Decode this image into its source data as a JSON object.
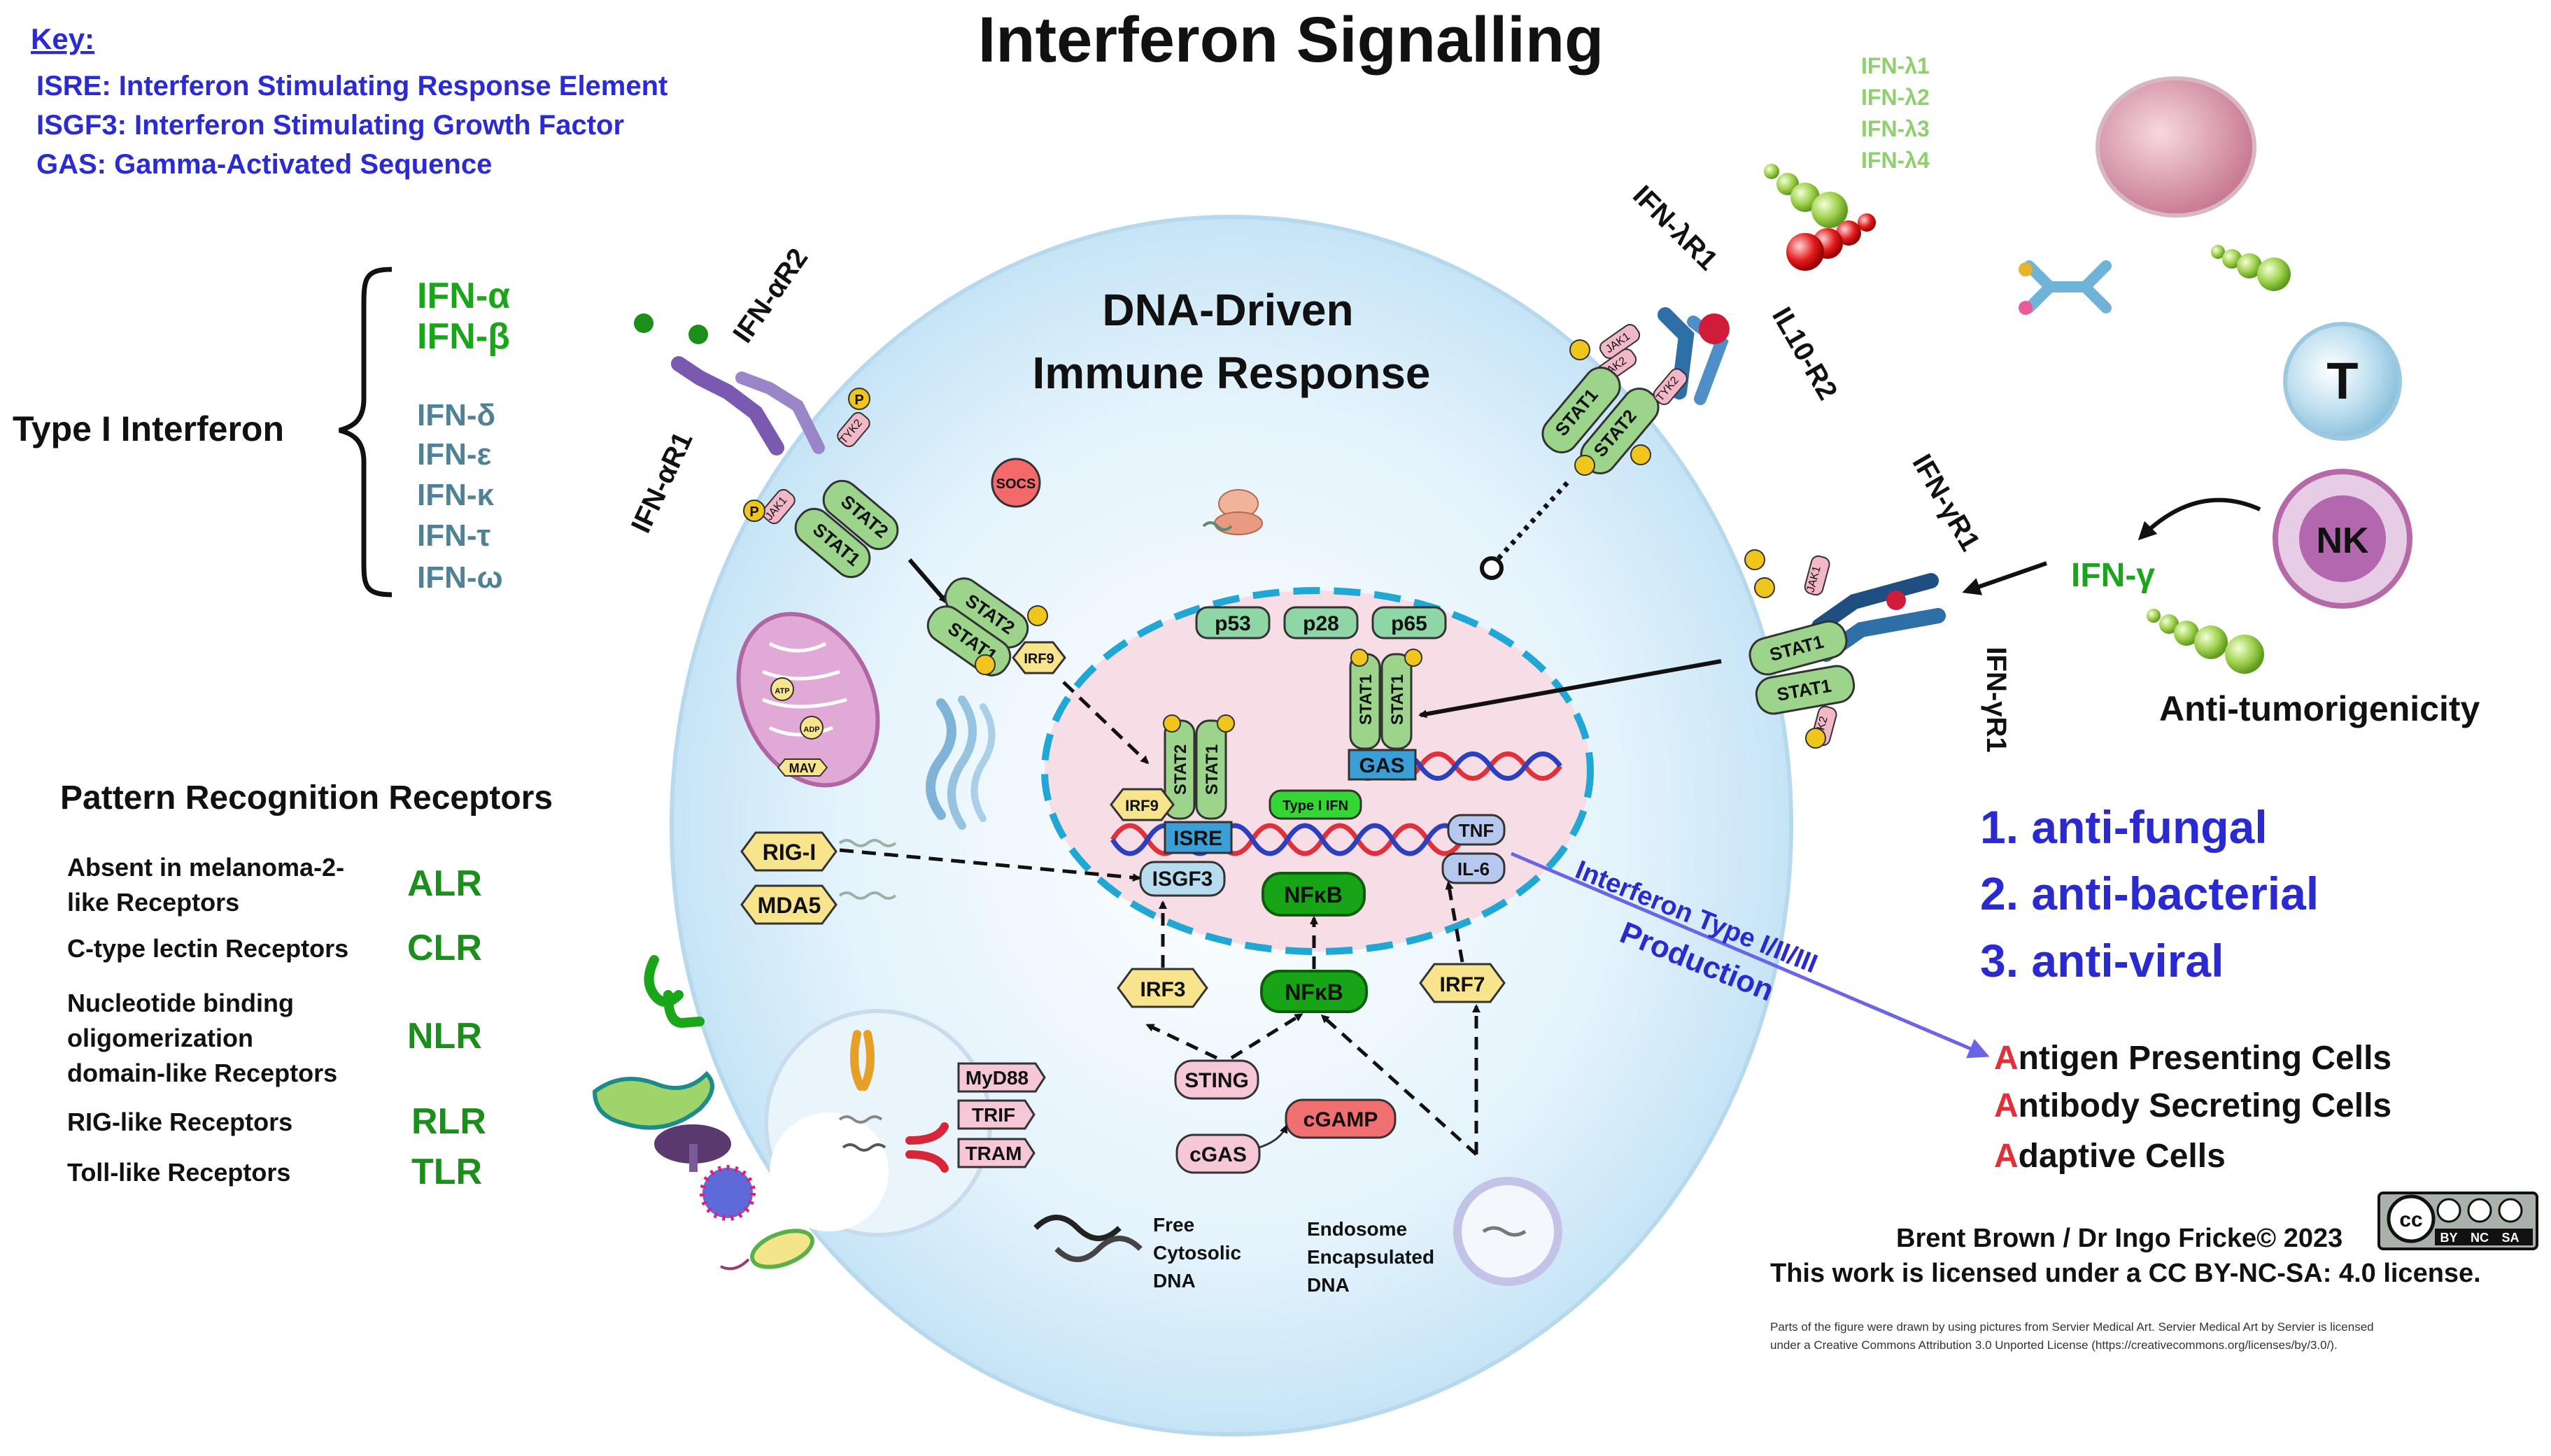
{
  "title": "Interferon Signalling",
  "key": {
    "heading": "Key:",
    "items": [
      "ISRE: Interferon Stimulating Response Element",
      "ISGF3: Interferon Stimulating Growth Factor",
      "GAS: Gamma-Activated Sequence"
    ]
  },
  "type1": {
    "label": "Type I Interferon",
    "primary": [
      "IFN-α",
      "IFN-β"
    ],
    "others": [
      "IFN-δ",
      "IFN-ε",
      "IFN-κ",
      "IFN-τ",
      "IFN-ω"
    ]
  },
  "cell_title": [
    "DNA-Driven",
    "Immune Response"
  ],
  "lambda": [
    "IFN-λ1",
    "IFN-λ2",
    "IFN-λ3",
    "IFN-λ4"
  ],
  "receptors": {
    "ifna_r2": "IFN-αR2",
    "ifna_r1": "IFN-αR1",
    "ifnl_r1": "IFN-λR1",
    "il10_r2": "IL10-R2",
    "ifng_r1_top": "IFN-γR1",
    "ifng_r1_bottom": "IFN-γR1"
  },
  "molecules": {
    "stat1": "STAT1",
    "stat2": "STAT2",
    "jak1": "JAK1",
    "jak2": "JAK2",
    "tyk2": "TYK2",
    "p": "P",
    "irf9": "IRF9",
    "socs": "SOCS",
    "isre": "ISRE",
    "isgf3": "ISGF3",
    "gas": "GAS",
    "type1ifn": "Type I IFN",
    "nfkb": "NFκB",
    "tnf": "TNF",
    "il6": "IL-6",
    "irf3": "IRF3",
    "irf7": "IRF7",
    "sting": "STING",
    "cgas": "cGAS",
    "cgamp": "cGAMP",
    "rigi": "RIG-I",
    "mda5": "MDA5",
    "myd88": "MyD88",
    "trif": "TRIF",
    "tram": "TRAM",
    "mav": "MAV",
    "atp": "ATP",
    "adp": "ADP",
    "p53": "p53",
    "p28": "p28",
    "p65": "p65"
  },
  "ifng": "IFN-γ",
  "cells": {
    "t": "T",
    "nk": "NK"
  },
  "anti_tumor": "Anti-tumorigenicity",
  "anti_list": [
    "1. anti-fungal",
    "2. anti-bacterial",
    "3. anti-viral"
  ],
  "production": [
    "Interferon Type I/II/III",
    "Production"
  ],
  "outputs": [
    {
      "initial": "A",
      "rest": "ntigen Presenting Cells"
    },
    {
      "initial": "A",
      "rest": "ntibody Secreting Cells"
    },
    {
      "initial": "A",
      "rest": "daptive Cells"
    }
  ],
  "prr": {
    "heading": "Pattern Recognition Receptors",
    "rows": [
      {
        "name": [
          "Absent in melanoma-2-",
          "like Receptors"
        ],
        "abbr": "ALR"
      },
      {
        "name": [
          "C-type lectin Receptors"
        ],
        "abbr": "CLR"
      },
      {
        "name": [
          "Nucleotide binding",
          "oligomerization",
          "domain-like Receptors"
        ],
        "abbr": "NLR"
      },
      {
        "name": [
          "RIG-like Receptors"
        ],
        "abbr": "RLR"
      },
      {
        "name": [
          "Toll-like Receptors"
        ],
        "abbr": "TLR"
      }
    ]
  },
  "dna_labels": {
    "free": [
      "Free",
      "Cytosolic",
      "DNA"
    ],
    "endosome": [
      "Endosome",
      "Encapsulated",
      "DNA"
    ]
  },
  "credit": {
    "authors": "Brent Brown / Dr Ingo Fricke© 2023",
    "license": "This work is licensed under a CC BY-NC-SA: 4.0 license.",
    "cc_badge": [
      "cc",
      "BY",
      "NC",
      "SA"
    ],
    "servier": [
      "Parts of the figure were drawn by using pictures from Servier Medical Art. Servier Medical Art by Servier is licensed",
      "under a Creative Commons Attribution 3.0 Unported License (https://creativecommons.org/licenses/by/3.0/)."
    ]
  },
  "colors": {
    "title": "#111111",
    "key": "#2b2bd6",
    "green": "#1aa51a",
    "grey_blue": "#4f8296",
    "lambda": "#8fcf6f",
    "anti_blue": "#2a2ad0",
    "initial_red": "#e0303a",
    "cell_fill": "#dbeefa",
    "nucleus_fill": "#f6dde6",
    "nucleus_stroke": "#21a7d3"
  }
}
